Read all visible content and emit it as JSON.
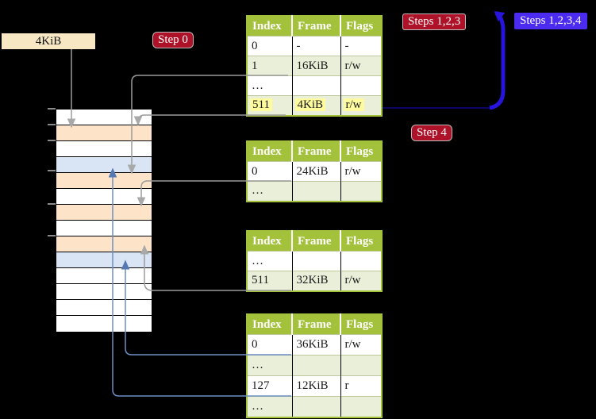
{
  "labels": {
    "page_size": "4KiB"
  },
  "badges": {
    "step0": "Step 0",
    "steps123": "Steps 1,2,3",
    "steps1234": "Steps 1,2,3,4",
    "step4": "Step 4"
  },
  "tables": [
    {
      "name": "page-table-level-4",
      "headers": [
        "Index",
        "Frame",
        "Flags"
      ],
      "rows": [
        {
          "cells": [
            "0",
            "-",
            "-"
          ],
          "shaded": false,
          "highlight": false
        },
        {
          "cells": [
            "1",
            "16KiB",
            "r/w"
          ],
          "shaded": true,
          "highlight": false
        },
        {
          "cells": [
            "…",
            "",
            ""
          ],
          "shaded": false,
          "highlight": false
        },
        {
          "cells": [
            "511",
            "4KiB",
            "r/w"
          ],
          "shaded": true,
          "highlight": true
        }
      ]
    },
    {
      "name": "page-table-level-3",
      "headers": [
        "Index",
        "Frame",
        "Flags"
      ],
      "rows": [
        {
          "cells": [
            "0",
            "24KiB",
            "r/w"
          ],
          "shaded": false,
          "highlight": false
        },
        {
          "cells": [
            "…",
            "",
            ""
          ],
          "shaded": true,
          "highlight": false
        }
      ]
    },
    {
      "name": "page-table-level-2",
      "headers": [
        "Index",
        "Frame",
        "Flags"
      ],
      "rows": [
        {
          "cells": [
            "…",
            "",
            ""
          ],
          "shaded": false,
          "highlight": false
        },
        {
          "cells": [
            "511",
            "32KiB",
            "r/w"
          ],
          "shaded": true,
          "highlight": false
        }
      ]
    },
    {
      "name": "page-table-level-1",
      "headers": [
        "Index",
        "Frame",
        "Flags"
      ],
      "rows": [
        {
          "cells": [
            "0",
            "36KiB",
            "r/w"
          ],
          "shaded": false,
          "highlight": false
        },
        {
          "cells": [
            "…",
            "",
            ""
          ],
          "shaded": true,
          "highlight": false
        },
        {
          "cells": [
            "127",
            "12KiB",
            "r"
          ],
          "shaded": false,
          "highlight": false
        },
        {
          "cells": [
            "…",
            "",
            ""
          ],
          "shaded": true,
          "highlight": false
        }
      ]
    }
  ],
  "memory_stack": {
    "rows": [
      "white",
      "peach",
      "white",
      "blue",
      "peach",
      "white",
      "peach",
      "white",
      "peach",
      "blue",
      "white",
      "white",
      "white",
      "white"
    ]
  },
  "colors": {
    "badge_red": "#ae1228",
    "badge_blue": "#4c2bf0",
    "table_header_green": "#a4c13b",
    "row_shaded_green": "#e9efd9",
    "highlight_yellow": "#fdfb9e",
    "stack_peach": "#fde3c8",
    "stack_blue": "#d9e5f5",
    "label_wheat": "#f7e8c3",
    "connector_gray": "#9b9b9b",
    "connector_blue": "#6c8fc4",
    "big_arrow_navy": "#2715dd"
  }
}
